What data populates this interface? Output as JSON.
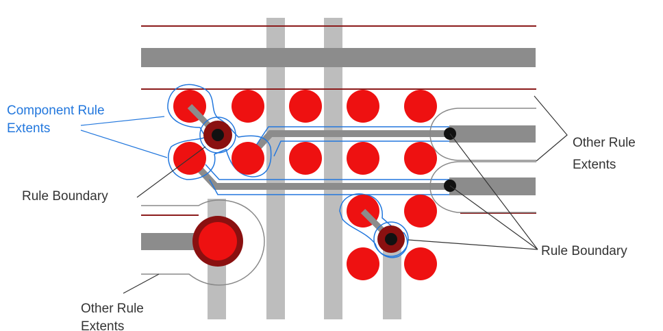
{
  "labels": {
    "component_rule_extents": [
      "Component Rule",
      "Extents"
    ],
    "rule_boundary_left": "Rule Boundary",
    "other_rule_extents_right": [
      "Other Rule",
      "Extents"
    ],
    "rule_boundary_right": "Rule Boundary",
    "other_rule_extents_bottom": [
      "Other Rule",
      "Extents"
    ]
  },
  "colors": {
    "pad_red": "#ee1111",
    "via_dark_red": "#8a1010",
    "via_core": "#111111",
    "track_dark_gray": "#8c8c8c",
    "track_light_gray": "#bdbdbd",
    "board_edge_line": "#8b1a1a",
    "component_extent_blue": "#2277dd",
    "annotation_line": "#333333",
    "label_blue": "#2277dd",
    "label_dark": "#333333"
  }
}
